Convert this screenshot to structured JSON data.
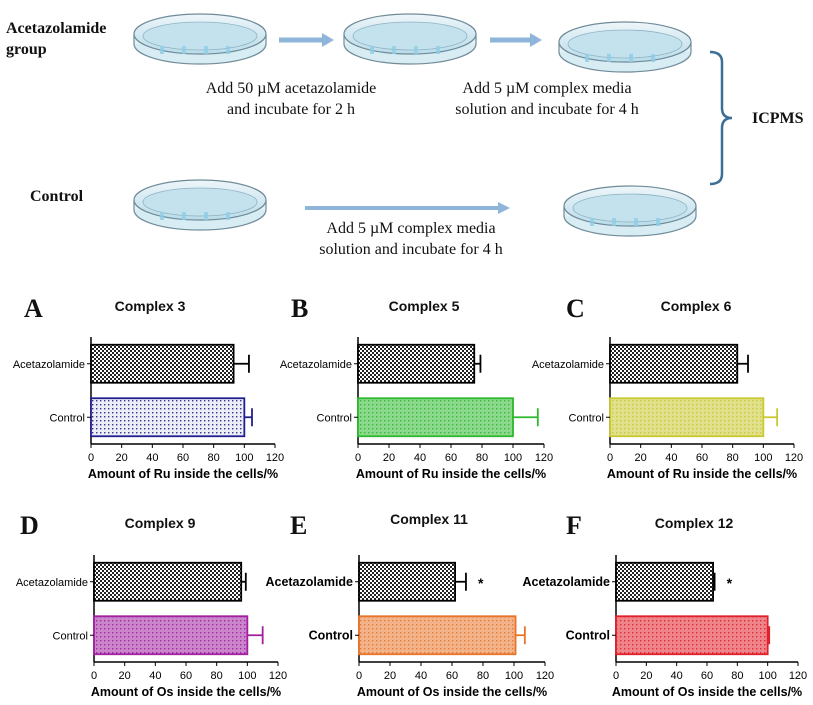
{
  "scheme": {
    "group_label": [
      "Acetazolamide",
      "group"
    ],
    "control_label": "Control",
    "step1": [
      "Add 50 µM acetazolamide",
      "and incubate for 2 h"
    ],
    "step2": [
      "Add 5 µM complex media",
      "solution and incubate for 4 h"
    ],
    "step3": [
      "Add 5 µM complex media",
      "solution and incubate for 4 h"
    ],
    "endpoint": "ICPMS"
  },
  "chart_data": [
    {
      "panel": "A",
      "type": "bar",
      "orientation": "horizontal",
      "title": "Complex 3",
      "categories": [
        "Acetazolamide",
        "Control"
      ],
      "values": [
        93,
        100
      ],
      "errors": [
        10,
        5
      ],
      "xlabel": "Amount of Ru inside the cells/%",
      "xlim": [
        0,
        120
      ],
      "xticks": [
        "0",
        "20",
        "40",
        "60",
        "80",
        "100",
        "120"
      ],
      "colors": [
        "#000000",
        "#1f1f8f"
      ],
      "significance": [
        "",
        ""
      ]
    },
    {
      "panel": "B",
      "type": "bar",
      "orientation": "horizontal",
      "title": "Complex 5",
      "categories": [
        "Acetazolamide",
        "Control"
      ],
      "values": [
        75,
        100
      ],
      "errors": [
        4,
        16
      ],
      "xlabel": "Amount of Ru inside the cells/%",
      "xlim": [
        0,
        120
      ],
      "xticks": [
        "0",
        "20",
        "40",
        "60",
        "80",
        "100",
        "120"
      ],
      "colors": [
        "#000000",
        "#2eb82e"
      ],
      "significance": [
        "",
        ""
      ]
    },
    {
      "panel": "C",
      "type": "bar",
      "orientation": "horizontal",
      "title": "Complex 6",
      "categories": [
        "Acetazolamide",
        "Control"
      ],
      "values": [
        83,
        100
      ],
      "errors": [
        7,
        9
      ],
      "xlabel": "Amount of Ru inside the cells/%",
      "xlim": [
        0,
        120
      ],
      "xticks": [
        "0",
        "20",
        "40",
        "60",
        "80",
        "100",
        "120"
      ],
      "colors": [
        "#000000",
        "#c8c830"
      ],
      "significance": [
        "",
        ""
      ]
    },
    {
      "panel": "D",
      "type": "bar",
      "orientation": "horizontal",
      "title": "Complex 9",
      "categories": [
        "Acetazolamide",
        "Control"
      ],
      "values": [
        96,
        100
      ],
      "errors": [
        3,
        10
      ],
      "xlabel": "Amount of Os inside the cells/%",
      "xlim": [
        0,
        120
      ],
      "xticks": [
        "0",
        "20",
        "40",
        "60",
        "80",
        "100",
        "120"
      ],
      "colors": [
        "#000000",
        "#a020a0"
      ],
      "significance": [
        "",
        ""
      ]
    },
    {
      "panel": "E",
      "type": "bar",
      "orientation": "horizontal",
      "title": "Complex 11",
      "categories": [
        "Acetazolamide",
        "Control"
      ],
      "values": [
        62,
        101
      ],
      "errors": [
        7,
        6
      ],
      "xlabel": "Amount of Os inside the cells/%",
      "xlim": [
        0,
        120
      ],
      "xticks": [
        "0",
        "20",
        "40",
        "60",
        "80",
        "100",
        "120"
      ],
      "colors": [
        "#000000",
        "#e8742a"
      ],
      "significance": [
        "*",
        ""
      ]
    },
    {
      "panel": "F",
      "type": "bar",
      "orientation": "horizontal",
      "title": "Complex 12",
      "categories": [
        "Acetazolamide",
        "Control"
      ],
      "values": [
        64,
        100
      ],
      "errors": [
        1,
        1
      ],
      "xlabel": "Amount of Os inside the cells/%",
      "xlim": [
        0,
        120
      ],
      "xticks": [
        "0",
        "20",
        "40",
        "60",
        "80",
        "100",
        "120"
      ],
      "colors": [
        "#000000",
        "#e0202a"
      ],
      "significance": [
        "*",
        ""
      ]
    }
  ]
}
